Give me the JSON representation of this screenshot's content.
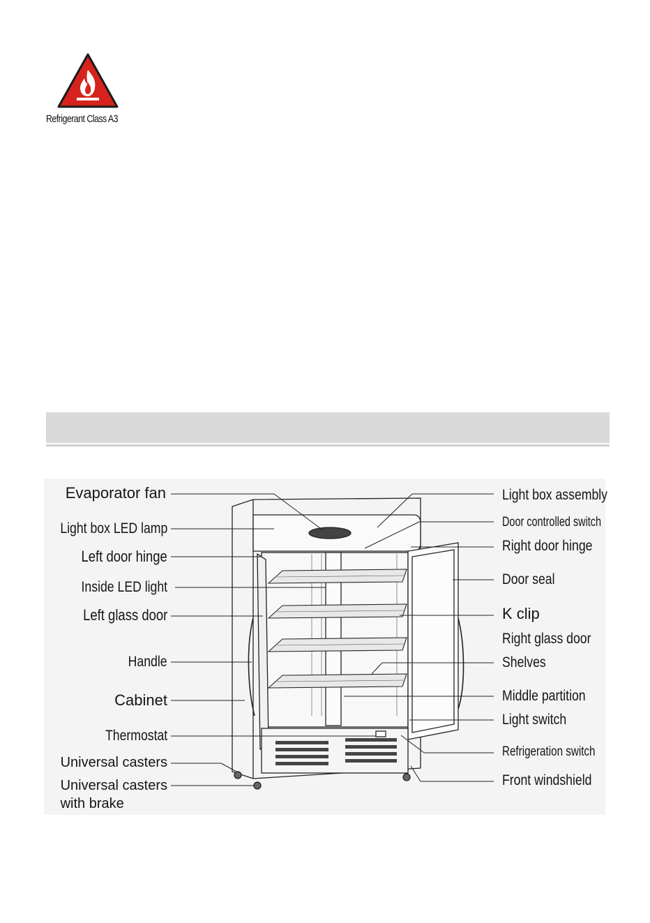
{
  "warning": {
    "icon": "flammable-warning-icon",
    "caption": "Refrigerant Class A3",
    "colors": {
      "triangle": "#d6231e",
      "flame": "#ffffff",
      "border": "#1a1a1a"
    }
  },
  "section": {
    "title": ""
  },
  "figure": {
    "labels_left": [
      {
        "id": "evaporator-fan",
        "text": "Evaporator fan"
      },
      {
        "id": "light-box-led-lamp",
        "text": "Light box LED lamp"
      },
      {
        "id": "left-door-hinge",
        "text": "Left door hinge"
      },
      {
        "id": "inside-led-light",
        "text": "Inside LED light"
      },
      {
        "id": "left-glass-door",
        "text": "Left glass door"
      },
      {
        "id": "handle",
        "text": "Handle"
      },
      {
        "id": "cabinet",
        "text": "Cabinet"
      },
      {
        "id": "thermostat",
        "text": "Thermostat"
      },
      {
        "id": "universal-casters",
        "text": "Universal casters"
      },
      {
        "id": "universal-casters-with-brake",
        "text": "Universal casters",
        "text2": "with brake"
      }
    ],
    "labels_right": [
      {
        "id": "light-box-assembly",
        "text": "Light box assembly"
      },
      {
        "id": "door-controlled-switch",
        "text": "Door controlled switch"
      },
      {
        "id": "right-door-hinge",
        "text": "Right door hinge"
      },
      {
        "id": "door-seal",
        "text": "Door seal"
      },
      {
        "id": "k-clip",
        "text": "K clip"
      },
      {
        "id": "right-glass-door",
        "text": "Right glass door"
      },
      {
        "id": "shelves",
        "text": "Shelves"
      },
      {
        "id": "middle-partition",
        "text": "Middle partition"
      },
      {
        "id": "light-switch",
        "text": "Light switch"
      },
      {
        "id": "refrigeration-switch",
        "text": "Refrigeration switch"
      },
      {
        "id": "front-windshield",
        "text": "Front windshield"
      }
    ]
  }
}
